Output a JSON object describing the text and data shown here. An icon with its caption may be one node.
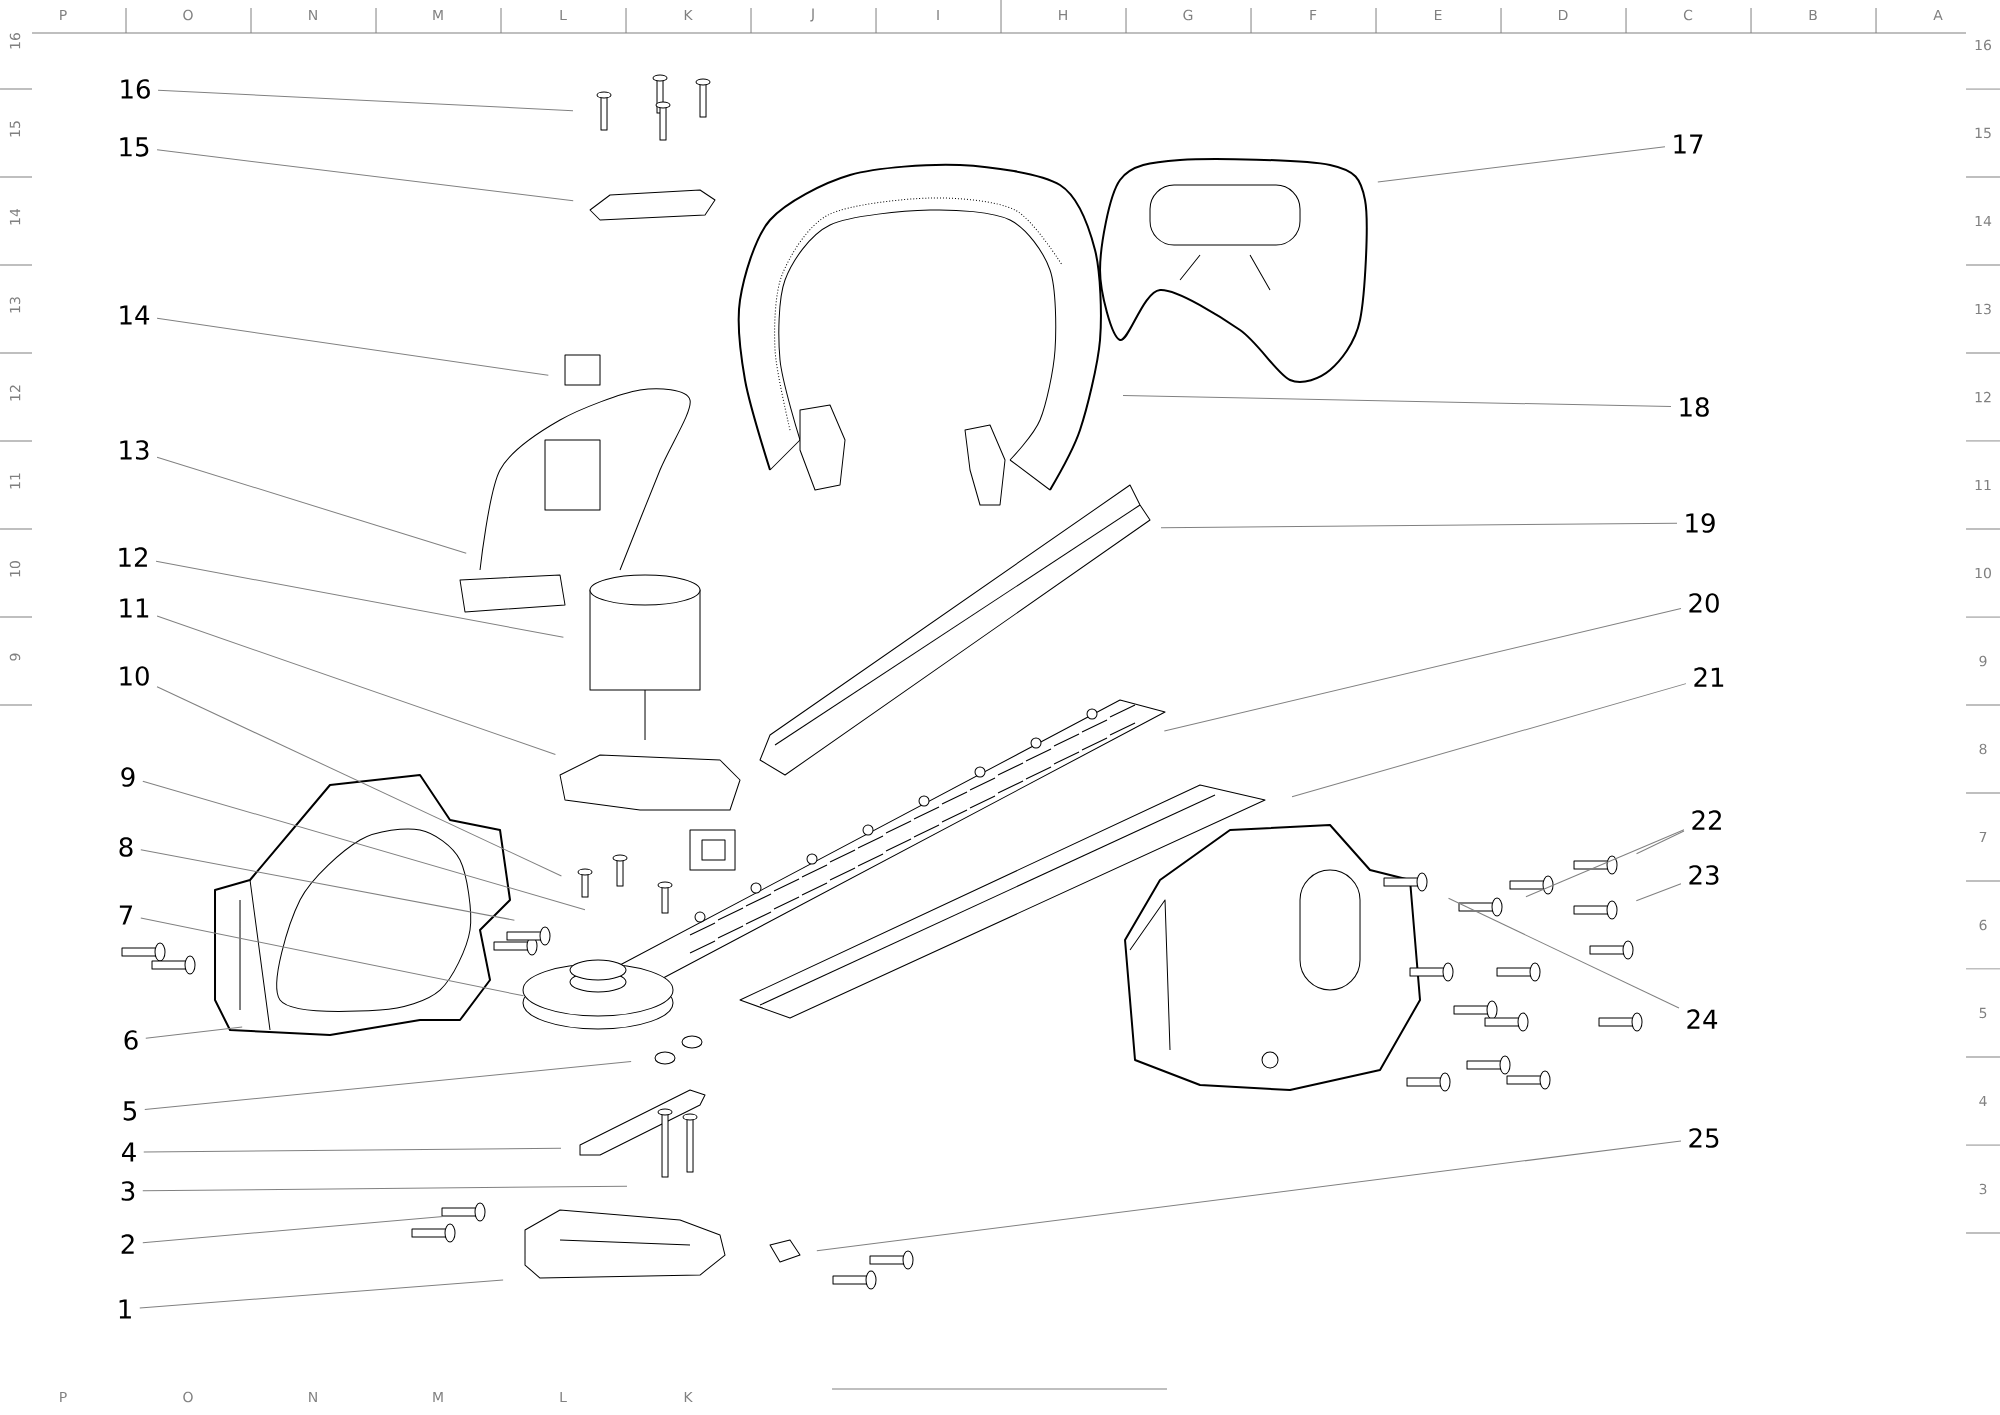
{
  "diagram": {
    "nodes": [
      {
        "text": [
          "1"
        ]
      },
      {
        "text": [
          "2"
        ]
      },
      {
        "text": [
          "3"
        ]
      },
      {
        "text": [
          "4"
        ]
      },
      {
        "text": [
          "5"
        ]
      },
      {
        "text": [
          "6"
        ]
      },
      {
        "text": [
          "7"
        ]
      },
      {
        "text": [
          "8"
        ]
      },
      {
        "text": [
          "9"
        ]
      },
      {
        "text": [
          "10"
        ]
      },
      {
        "text": [
          "11"
        ]
      },
      {
        "text": [
          "12"
        ]
      },
      {
        "text": [
          "13"
        ]
      },
      {
        "text": [
          "14"
        ]
      },
      {
        "text": [
          "15"
        ]
      },
      {
        "text": [
          "16"
        ]
      },
      {
        "text": [
          "17"
        ]
      },
      {
        "text": [
          "18"
        ]
      },
      {
        "text": [
          "19"
        ]
      },
      {
        "text": [
          "20"
        ]
      },
      {
        "text": [
          "21"
        ]
      },
      {
        "text": [
          "22"
        ]
      },
      {
        "text": [
          "23"
        ]
      },
      {
        "text": [
          "24"
        ]
      },
      {
        "text": [
          "25"
        ]
      }
    ],
    "edges": [
      {
        "from": 0,
        "to": null,
        "arrow": "none"
      },
      {
        "from": 1,
        "to": null,
        "arrow": "none"
      },
      {
        "from": 2,
        "to": null,
        "arrow": "none"
      },
      {
        "from": 3,
        "to": null,
        "arrow": "none"
      },
      {
        "from": 4,
        "to": null,
        "arrow": "none"
      },
      {
        "from": 5,
        "to": null,
        "arrow": "none"
      },
      {
        "from": 6,
        "to": null,
        "arrow": "none"
      },
      {
        "from": 7,
        "to": null,
        "arrow": "none"
      },
      {
        "from": 8,
        "to": null,
        "arrow": "none"
      },
      {
        "from": 9,
        "to": null,
        "arrow": "none"
      },
      {
        "from": 10,
        "to": null,
        "arrow": "none"
      },
      {
        "from": 11,
        "to": null,
        "arrow": "none"
      },
      {
        "from": 12,
        "to": null,
        "arrow": "none"
      },
      {
        "from": 13,
        "to": null,
        "arrow": "none"
      },
      {
        "from": 14,
        "to": null,
        "arrow": "none"
      },
      {
        "from": 15,
        "to": null,
        "arrow": "none"
      },
      {
        "from": 16,
        "to": null,
        "arrow": "none"
      },
      {
        "from": 17,
        "to": null,
        "arrow": "none"
      },
      {
        "from": 18,
        "to": null,
        "arrow": "none"
      },
      {
        "from": 19,
        "to": null,
        "arrow": "none"
      },
      {
        "from": 20,
        "to": null,
        "arrow": "none"
      },
      {
        "from": 21,
        "to": null,
        "arrow": "none"
      },
      {
        "from": 21,
        "to": null,
        "arrow": "none"
      },
      {
        "from": 22,
        "to": null,
        "arrow": "none"
      },
      {
        "from": 23,
        "to": null,
        "arrow": "none"
      },
      {
        "from": 24,
        "to": null,
        "arrow": "none"
      }
    ],
    "labels": [
      "P",
      "O",
      "N",
      "M",
      "L",
      "K",
      "J",
      "I",
      "H",
      "G",
      "F",
      "E",
      "D",
      "C",
      "B",
      "A",
      "16",
      "15",
      "14",
      "13",
      "12",
      "11",
      "10",
      "9",
      "16",
      "15",
      "14",
      "13",
      "12",
      "11",
      "10",
      "9",
      "8",
      "7",
      "6",
      "5",
      "4",
      "3",
      "P",
      "O",
      "N",
      "M",
      "L",
      "K"
    ]
  }
}
